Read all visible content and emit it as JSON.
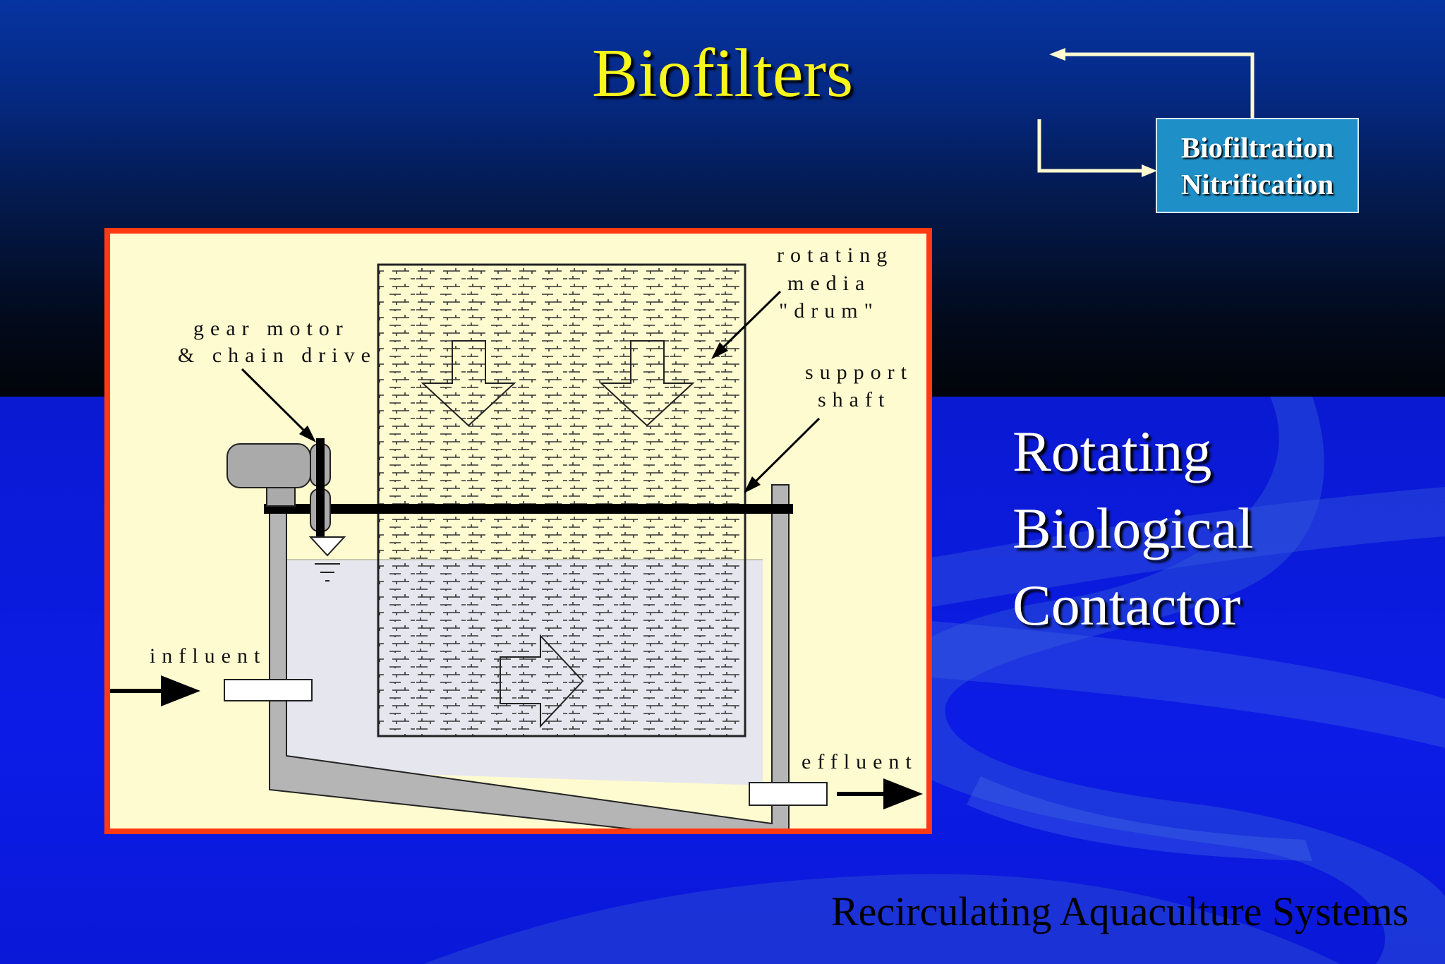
{
  "slide": {
    "title": "Biofilters",
    "process_box": {
      "line1": "Biofiltration",
      "line2": "Nitrification"
    },
    "heading": {
      "line1": "Rotating",
      "line2": "Biological",
      "line3": "Contactor"
    },
    "footer": "Recirculating Aquaculture Systems"
  },
  "diagram": {
    "labels": {
      "gear_motor": "gear motor",
      "chain_drive": "& chain drive",
      "rotating": "rotating",
      "media": "media",
      "drum": "\"drum\"",
      "support": "support",
      "shaft": "shaft",
      "influent": "influent",
      "effluent": "effluent"
    }
  },
  "colors": {
    "title": "#f7f71c",
    "frame_border": "#ff3a12",
    "diagram_bg": "#fffbd0",
    "water": "#e6e6ee",
    "process_box": "#1f8fc8"
  }
}
